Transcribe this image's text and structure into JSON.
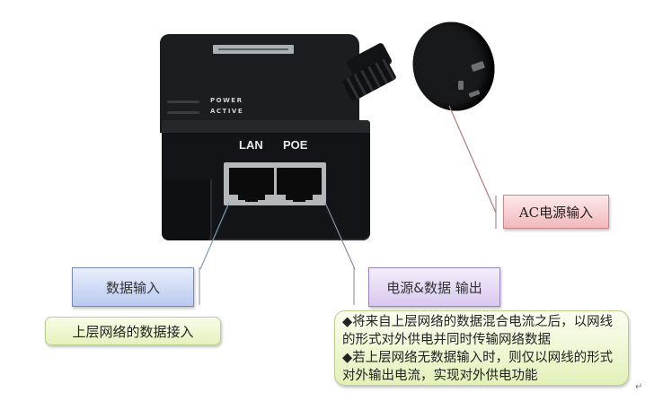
{
  "device": {
    "led_labels": [
      "POWER",
      "ACTIVE"
    ],
    "ports": [
      {
        "label": "LAN"
      },
      {
        "label": "POE"
      }
    ]
  },
  "callouts": {
    "data_input": {
      "title": "数据输入",
      "description": "上层网络的数据接入",
      "color": "#c6d4f3"
    },
    "poe_output": {
      "title": "电源&数据 输出",
      "bullets": [
        "◆将来自上层网络的数据混合电流之后，以网线的形式对外供电并同时传输网络数据",
        "◆若上层网络无数据输入时，则仅以网线的形式对外输出电流，实现对外供电功能"
      ],
      "color": "#e2d6f3"
    },
    "ac_input": {
      "title": "AC电源输入",
      "color": "#f5c6c9"
    }
  },
  "colors": {
    "device_body": "#16171a",
    "desc_box": "#e8f4c6",
    "line_data": "#7f9ab8",
    "line_poe": "#8a8fa0",
    "line_ac": "#b07a7e"
  },
  "marks": {
    "paragraph_return": "↵"
  }
}
